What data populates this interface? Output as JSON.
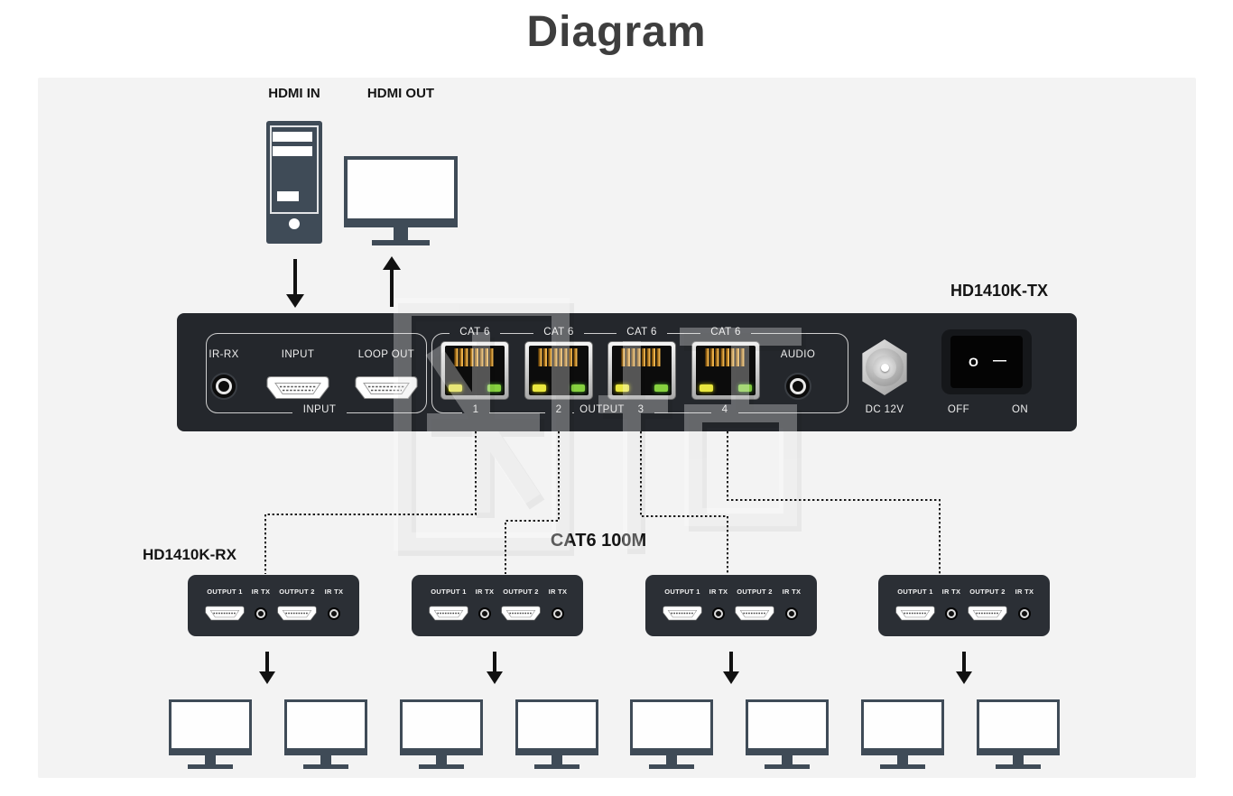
{
  "title": "Diagram",
  "source": {
    "hdmi_in": "HDMI IN",
    "hdmi_out": "HDMI OUT"
  },
  "tx": {
    "model": "HD1410K-TX",
    "ir_label": "IR-RX",
    "input_port_label": "INPUT",
    "loop_port_label": "LOOP OUT",
    "input_group_label": "INPUT",
    "cat6_labels": [
      "CAT 6",
      "CAT 6",
      "CAT 6",
      "CAT 6"
    ],
    "port_numbers": [
      "1",
      "2",
      "3",
      "4"
    ],
    "output_group_label": "OUTPUT",
    "audio_label": "AUDIO",
    "dc_label": "DC 12V",
    "off_label": "OFF",
    "on_label": "ON",
    "power_off_symbol": "O",
    "power_on_symbol": "—"
  },
  "link": {
    "cable_label": "CAT6 100M"
  },
  "rx": {
    "model": "HD1410K-RX",
    "unit_count": 4,
    "port_labels": [
      "OUTPUT 1",
      "IR TX",
      "OUTPUT 2",
      "IR TX"
    ]
  },
  "displays": {
    "count": 8
  },
  "watermark": {
    "text": "國塘"
  },
  "colors": {
    "panel_bg": "#f3f3f3",
    "device_bg": "#24272c",
    "icon_slate": "#3f4b57",
    "led_yellow": "#e9e73f",
    "led_green": "#86d13f",
    "pin_gold": "#eab04a",
    "title_gray": "#3e3e3e"
  }
}
